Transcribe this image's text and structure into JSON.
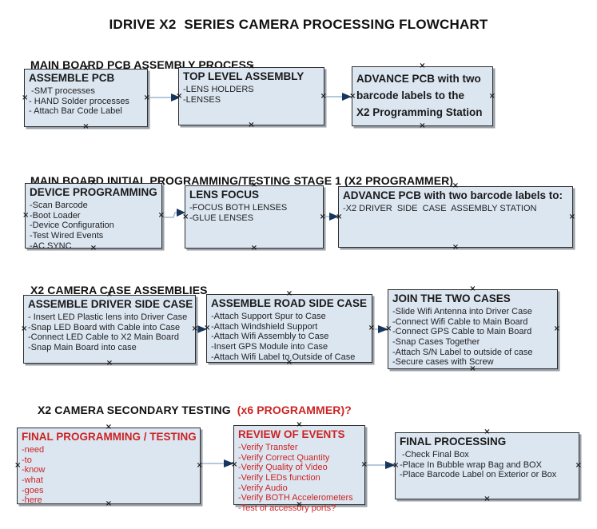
{
  "title": "IDRIVE X2  SERIES CAMERA PROCESSING FLOWCHART",
  "colors": {
    "box_fill": "#dce6f1",
    "box_border": "#2e2e2e",
    "box_shadow": "#9aa0a8",
    "accent_red": "#cc2424",
    "text_black": "#1a1a1a",
    "arrow_line": "#9fb6d2",
    "arrow_head": "#17365d"
  },
  "sections": [
    {
      "heading": "MAIN BOARD PCB ASSEMBLY PROCESS",
      "boxes": [
        {
          "title": "ASSEMBLE PCB",
          "items": [
            " -SMT processes",
            "- HAND Solder processes",
            "- Attach Bar Code Label"
          ]
        },
        {
          "title": "TOP LEVEL ASSEMBLY",
          "items": [
            "-LENS HOLDERS",
            "-LENSES"
          ]
        },
        {
          "title": "ADVANCE PCB with two\nbarcode labels to the\n X2 Programming Station",
          "items": []
        }
      ]
    },
    {
      "heading": "MAIN BOARD INITIAL PROGRAMMING/TESTING STAGE 1 (X2 PROGRAMMER)",
      "boxes": [
        {
          "title": "DEVICE PROGRAMMING",
          "items": [
            "-Scan Barcode",
            "-Boot Loader",
            "-Device Configuration",
            "-Test Wired Events",
            "-AC SYNC"
          ]
        },
        {
          "title": "LENS FOCUS",
          "items": [
            "-FOCUS BOTH LENSES",
            "-GLUE LENSES"
          ]
        },
        {
          "title": "ADVANCE PCB with two barcode labels to:",
          "items": [
            "-X2 DRIVER  SIDE  CASE  ASSEMBLY STATION"
          ]
        }
      ]
    },
    {
      "heading": "X2 CAMERA CASE ASSEMBLIES",
      "boxes": [
        {
          "title": "ASSEMBLE DRIVER SIDE CASE",
          "items": [
            "- Insert LED Plastic lens into Driver Case",
            "-Snap LED Board with Cable into Case",
            "-Connect LED Cable to X2 Main Board",
            "-Snap Main Board into case"
          ]
        },
        {
          "title": "ASSEMBLE ROAD SIDE CASE",
          "items": [
            "-Attach Support Spur to Case",
            "-Attach Windshield Support",
            "-Attach Wifi Assembly to Case",
            "-Insert GPS Module into Case",
            "-Attach Wifi Label to Outside of Case"
          ]
        },
        {
          "title": "JOIN THE TWO CASES",
          "items": [
            "-Slide Wifi Antenna into Driver Case",
            "-Connect Wifi Cable to Main Board",
            "-Connect GPS Cable to Main Board",
            "-Snap Cases Together",
            "-Attach S/N Label to outside of case",
            "-Secure cases with Screw"
          ]
        }
      ]
    },
    {
      "heading": "X2 CAMERA SECONDARY TESTING ",
      "heading_red": " (x6 PROGRAMMER)?",
      "boxes": [
        {
          "title": "FINAL PROGRAMMING / TESTING",
          "items": [
            "-need",
            "-to",
            "-know",
            "-what",
            "-goes",
            "-here"
          ]
        },
        {
          "title": "REVIEW OF EVENTS",
          "items": [
            "-Verify Transfer",
            "-Verify Correct Quantity",
            "-Verify Quality of Video",
            "-Verify LEDs function",
            "-Verify Audio",
            "-Verify BOTH Accelerometers",
            "-Test of accessory ports?"
          ]
        },
        {
          "title": "FINAL PROCESSING",
          "items": [
            " -Check Final Box",
            "-Place In Bubble wrap Bag and BOX",
            "-Place Barcode Label on Exterior or Box"
          ]
        }
      ]
    }
  ]
}
